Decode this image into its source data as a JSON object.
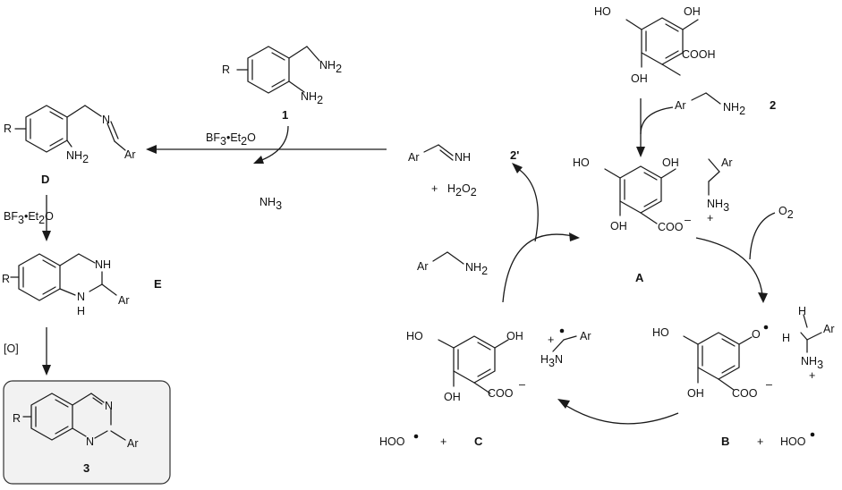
{
  "top_reagent": {
    "r": "R",
    "nh2_a": "NH",
    "nh2_b": "NH",
    "sub2": "2",
    "label": "1"
  },
  "benzylamine": {
    "ar": "Ar",
    "nh2": "NH",
    "sub2": "2",
    "label": "2"
  },
  "gallic_top": {
    "ho1": "HO",
    "oh1": "OH",
    "oh2": "OH",
    "cooh": "COOH"
  },
  "imine_d": {
    "r": "R",
    "n": "N",
    "nh2": "NH",
    "sub2": "2",
    "ar": "Ar",
    "label": "D"
  },
  "bf3_top": {
    "text": "BF",
    "s3": "3",
    "dot": "•Et",
    "s2": "2",
    "o": "O"
  },
  "nh3": {
    "text": "NH",
    "s3": "3"
  },
  "bf3_side": {
    "text": "BF",
    "s3": "3",
    "dot": "•Et",
    "s2": "2",
    "o": "O"
  },
  "aminal_e": {
    "r": "R",
    "nh_top": "NH",
    "nh_bot": "N",
    "h": "H",
    "ar": "Ar",
    "label": "E"
  },
  "oxidation": {
    "text": "[O]"
  },
  "product": {
    "r": "R",
    "n1": "N",
    "n2": "N",
    "ar": "Ar",
    "label": "3"
  },
  "imine_2p": {
    "ar": "Ar",
    "nh": "NH",
    "label": "2'"
  },
  "h2o2": {
    "plus": "+",
    "text": "H",
    "s2": "2",
    "o": "O",
    "s2b": "2"
  },
  "salt_a": {
    "ho": "HO",
    "oh1": "OH",
    "oh2": "OH",
    "coo": "COO",
    "minus": "–",
    "ar": "Ar",
    "nh3": "NH",
    "s3": "3",
    "plus": "+",
    "label": "A"
  },
  "oxygen": {
    "text": "O",
    "s2": "2"
  },
  "amine_free": {
    "ar": "Ar",
    "nh2": "NH",
    "s2": "2"
  },
  "radical_b": {
    "ho": "HO",
    "oh": "OH",
    "o": "O",
    "coo": "COO",
    "minus": "–",
    "h1": "H",
    "h2": "H",
    "ar": "Ar",
    "nh3": "NH",
    "s3": "3",
    "plus": "+",
    "label": "B",
    "plus_sep": "+",
    "hoo": "HOO"
  },
  "species_c": {
    "ho": "HO",
    "oh1": "OH",
    "oh2": "OH",
    "coo": "COO",
    "minus": "–",
    "h3n": "H",
    "s3": "3",
    "n": "N",
    "ar": "Ar",
    "plus": "+",
    "label": "C",
    "hoo": "HOO",
    "plus_sep": "+"
  }
}
